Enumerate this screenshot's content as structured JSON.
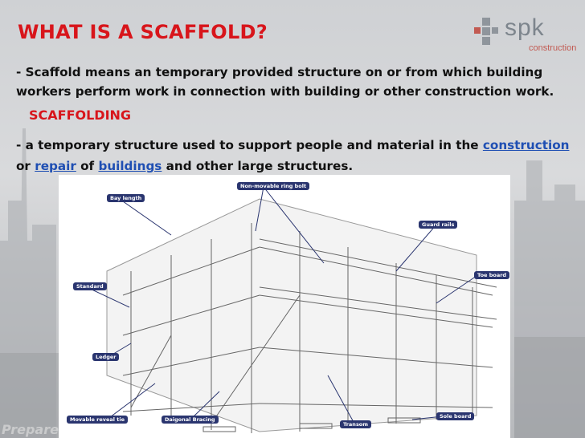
{
  "slide": {
    "title": "WHAT IS A SCAFFOLD?",
    "definition": "- Scaffold means an temporary provided structure on or from which building workers perform work in connection with building or other construction work.",
    "subheading": "SCAFFOLDING",
    "definition2": {
      "prefix": "- a temporary structure used to support people and material in the ",
      "link1": "construction",
      "text_or": " or ",
      "link2": "repair",
      "text_of": " of ",
      "link3": "buildings",
      "suffix": " and other large structures."
    }
  },
  "logo": {
    "word": "spk",
    "sub": "construction"
  },
  "footer": {
    "text": "Prepare"
  },
  "diagram": {
    "labels": {
      "bay_length": "Bay length",
      "ring_bolt": "Non-movable ring bolt",
      "guard_rails": "Guard rails",
      "toe_board": "Toe board",
      "standard": "Standard",
      "ledger": "Ledger",
      "reveal_tie": "Movable reveal tie",
      "diagonal_bracing": "Daigonal Bracing",
      "transom": "Transom",
      "sole_board": "Sole board"
    }
  },
  "colors": {
    "title": "#d8151b",
    "link": "#1f4fb3",
    "callout": "#2a356f"
  }
}
